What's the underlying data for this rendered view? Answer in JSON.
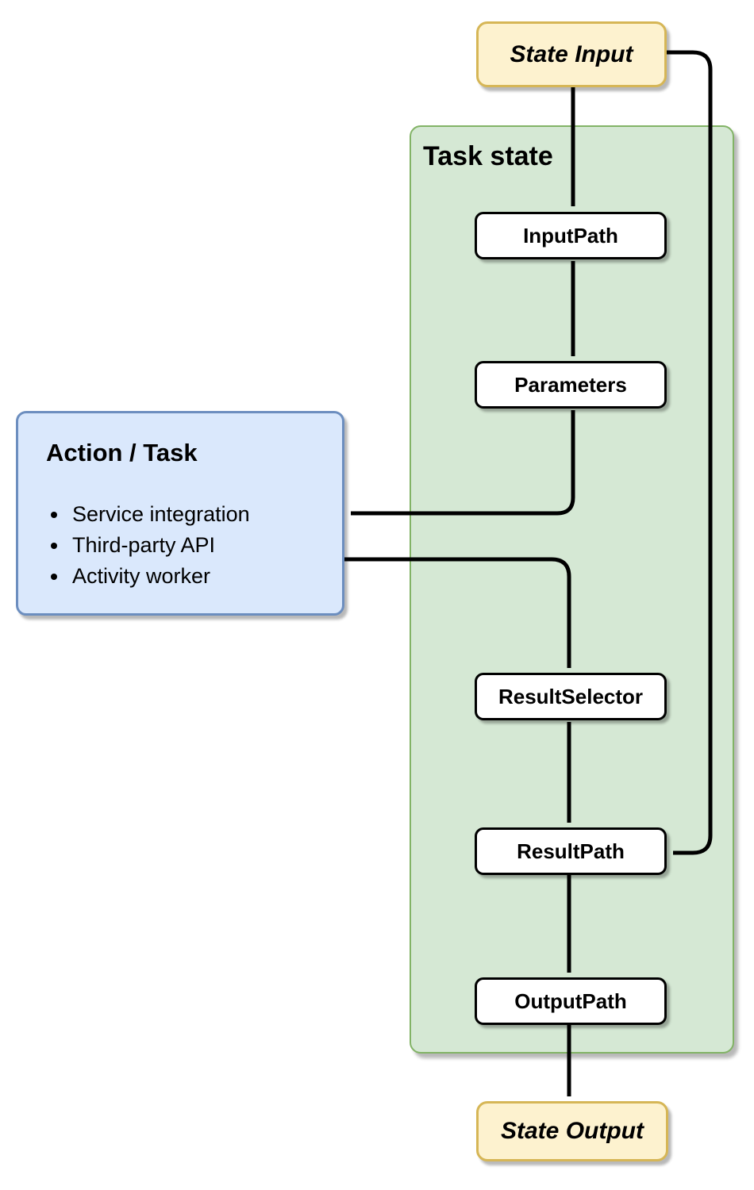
{
  "diagram": {
    "state_input": {
      "label": "State Input"
    },
    "task_state": {
      "label": "Task state",
      "steps": [
        {
          "label": "InputPath"
        },
        {
          "label": "Parameters"
        },
        {
          "label": "ResultSelector"
        },
        {
          "label": "ResultPath"
        },
        {
          "label": "OutputPath"
        }
      ]
    },
    "action_task": {
      "title": "Action / Task",
      "bullets": [
        "Service integration",
        "Third-party API",
        "Activity worker"
      ]
    },
    "state_output": {
      "label": "State Output"
    }
  },
  "colors": {
    "yellow_fill": "#fdf2cf",
    "yellow_border": "#d6b656",
    "green_fill": "#d5e8d4",
    "green_border": "#82b366",
    "blue_fill": "#dae8fc",
    "blue_border": "#6c8ebf",
    "node_fill": "#ffffff",
    "node_border": "#000000",
    "arrow_color": "#000000"
  }
}
